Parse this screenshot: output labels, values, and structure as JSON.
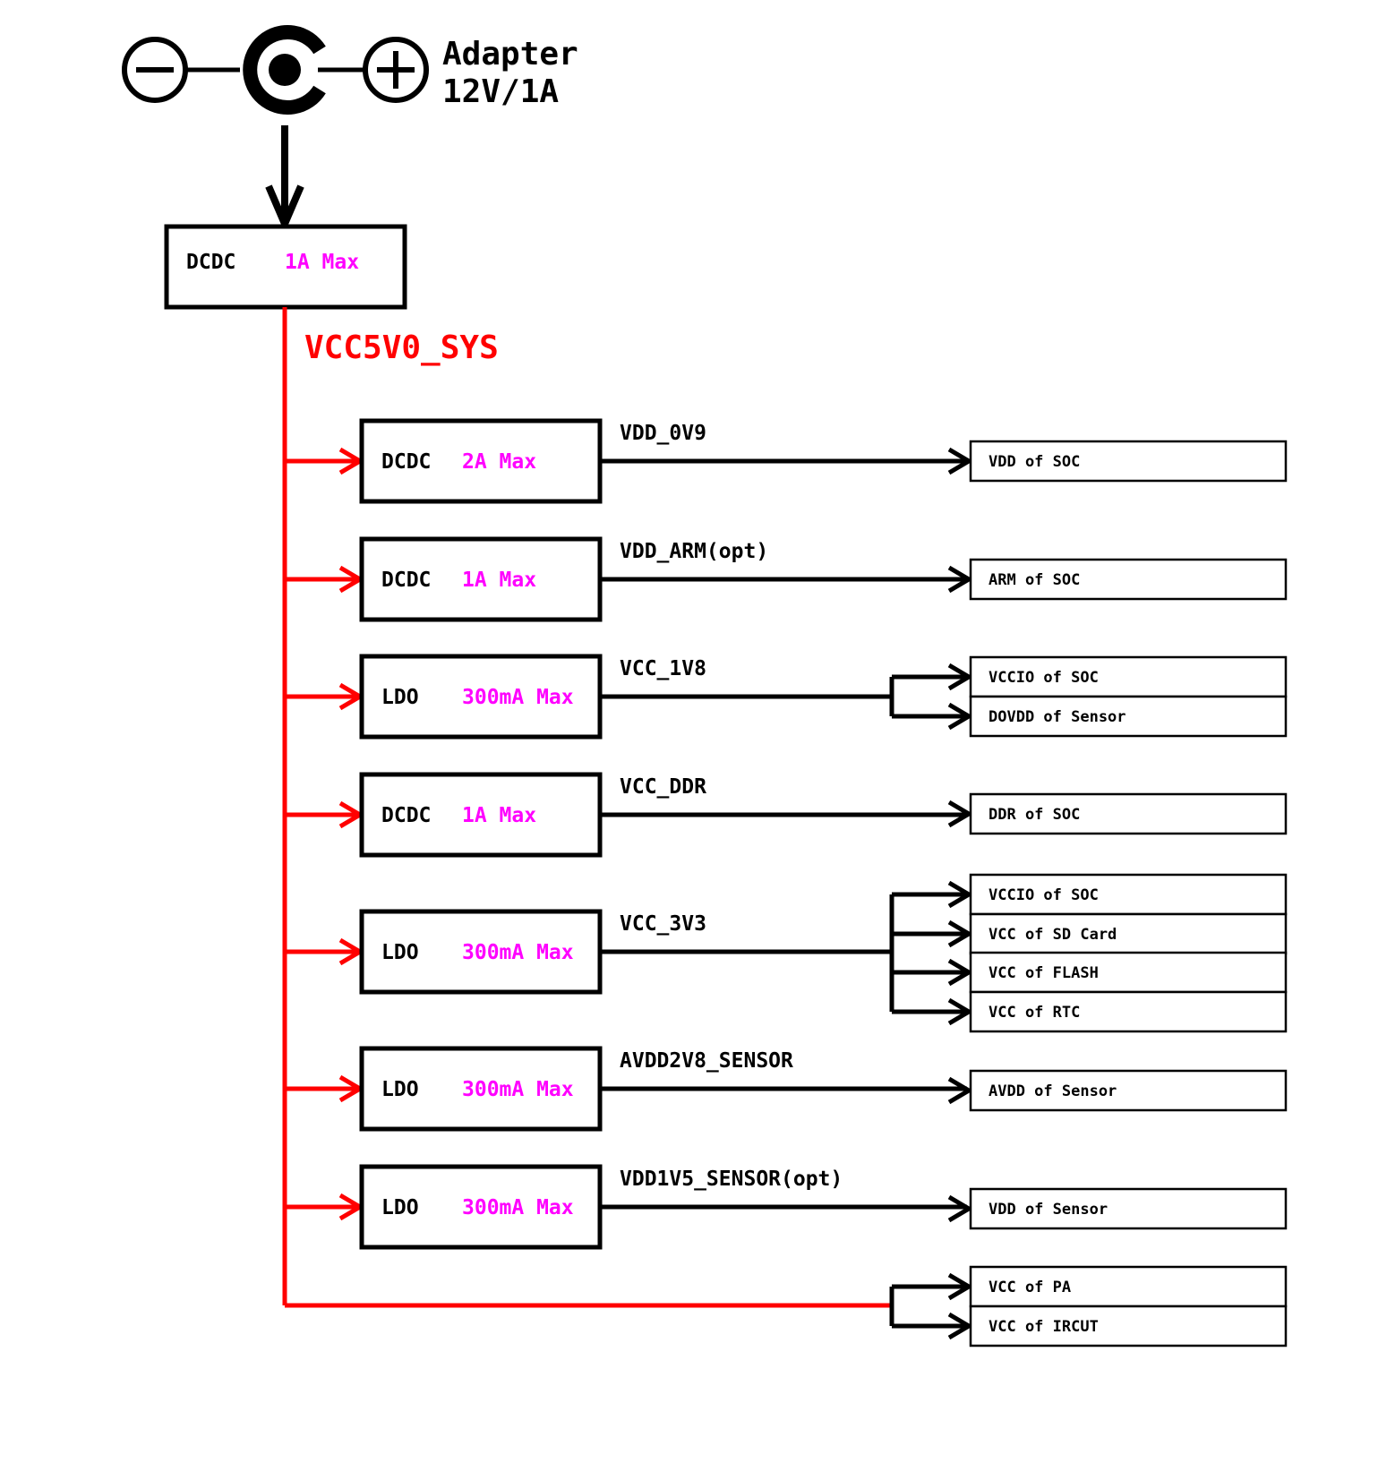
{
  "adapter": {
    "label": "Adapter",
    "rating": "12V/1A",
    "minus_icon": "minus-circle-icon",
    "plus_icon": "plus-circle-icon",
    "jack_icon": "dc-barrel-jack-icon"
  },
  "main_converter": {
    "type": "DCDC",
    "rating": "1A Max"
  },
  "rail": {
    "name": "VCC5V0_SYS",
    "color": "#ff0000"
  },
  "colors": {
    "rating": "#ff00ff",
    "line": "#000000",
    "rail": "#ff0000"
  },
  "regulators": [
    {
      "type": "DCDC",
      "rating": "2A Max",
      "output": "VDD_0V9",
      "loads": [
        "VDD of SOC"
      ]
    },
    {
      "type": "DCDC",
      "rating": "1A Max",
      "output": "VDD_ARM(opt)",
      "loads": [
        "ARM of SOC"
      ]
    },
    {
      "type": "LDO",
      "rating": "300mA Max",
      "output": "VCC_1V8",
      "loads": [
        "VCCIO of SOC",
        "DOVDD of Sensor"
      ]
    },
    {
      "type": "DCDC",
      "rating": "1A Max",
      "output": "VCC_DDR",
      "loads": [
        "DDR of SOC"
      ]
    },
    {
      "type": "LDO",
      "rating": "300mA Max",
      "output": "VCC_3V3",
      "loads": [
        "VCCIO of SOC",
        "VCC of SD Card",
        "VCC of FLASH",
        "VCC of RTC"
      ]
    },
    {
      "type": "LDO",
      "rating": "300mA Max",
      "output": "AVDD2V8_SENSOR",
      "loads": [
        "AVDD of Sensor"
      ]
    },
    {
      "type": "LDO",
      "rating": "300mA Max",
      "output": "VDD1V5_SENSOR(opt)",
      "loads": [
        "VDD of Sensor"
      ]
    }
  ],
  "direct_loads": [
    "VCC of PA",
    "VCC of IRCUT"
  ]
}
